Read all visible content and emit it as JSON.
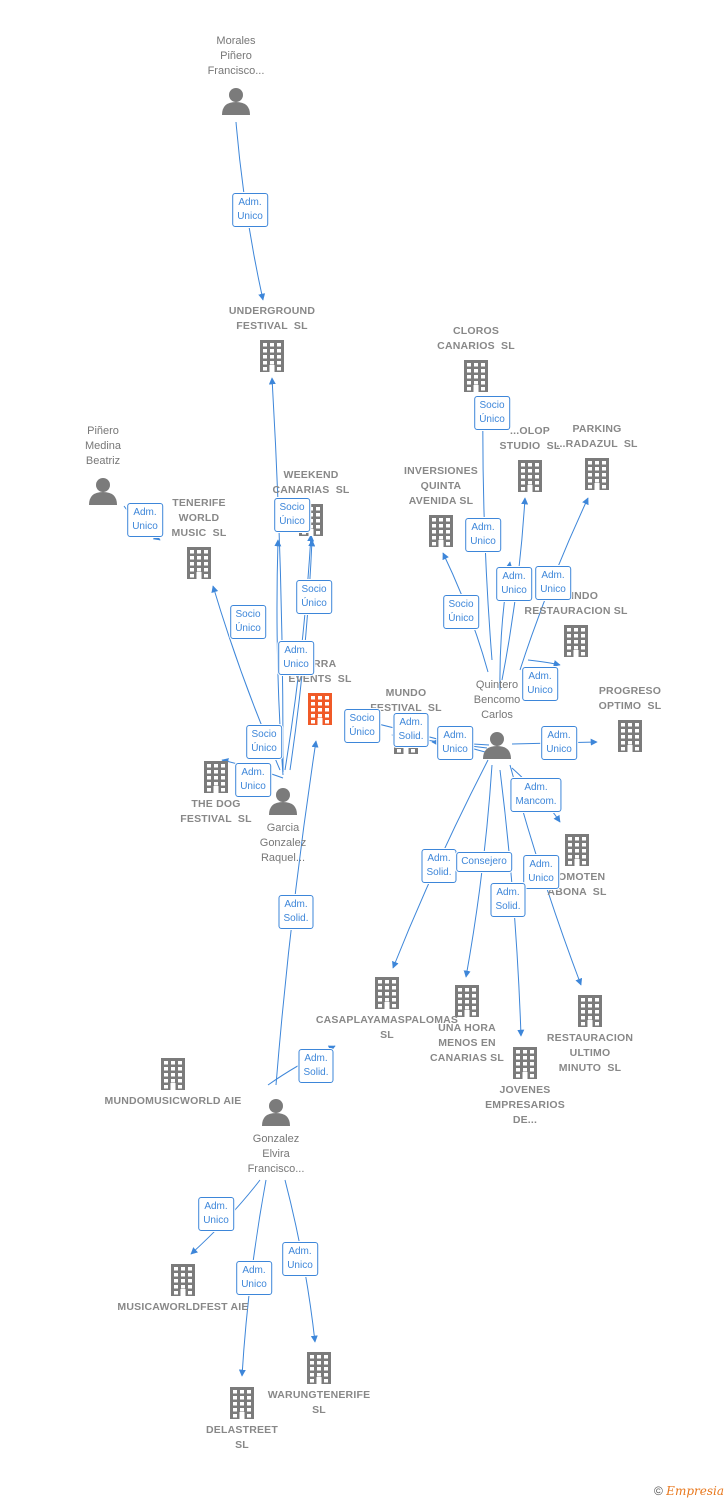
{
  "nodes": [
    {
      "id": "morales",
      "type": "person",
      "label": "Morales\nPiñero\nFrancisco..."
    },
    {
      "id": "underground",
      "type": "company",
      "label": "UNDERGROUND\nFESTIVAL  SL"
    },
    {
      "id": "pinero",
      "type": "person",
      "label": "Piñero\nMedina\nBeatriz"
    },
    {
      "id": "tenerife_world",
      "type": "company",
      "label": "TENERIFE\nWORLD\nMUSIC  SL"
    },
    {
      "id": "weekend",
      "type": "company",
      "label": "WEEKEND\nCANARIAS  SL"
    },
    {
      "id": "terra",
      "type": "company",
      "label": "...RRA\nEVENTS  SL",
      "main": true
    },
    {
      "id": "thedog",
      "type": "company",
      "label": "THE DOG\nFESTIVAL  SL"
    },
    {
      "id": "garcia",
      "type": "person",
      "label": "Garcia\nGonzalez\nRaquel..."
    },
    {
      "id": "mundo_festival",
      "type": "company",
      "label": "MUNDO\nFESTIVAL  SL"
    },
    {
      "id": "cloros",
      "type": "company",
      "label": "CLOROS\nCANARIOS  SL"
    },
    {
      "id": "inversiones",
      "type": "company",
      "label": "INVERSIONES\nQUINTA\nAVENIDA SL"
    },
    {
      "id": "tolop",
      "type": "company",
      "label": "...OLOP\nSTUDIO  SL"
    },
    {
      "id": "parking",
      "type": "company",
      "label": "PARKING\n...RADAZUL  SL"
    },
    {
      "id": "brindo",
      "type": "company",
      "label": "...RINDO\nRESTAURACION SL"
    },
    {
      "id": "quintero",
      "type": "person",
      "label": "Quintero\nBencomo\nCarlos"
    },
    {
      "id": "progreso",
      "type": "company",
      "label": "PROGRESO\nOPTIMO  SL"
    },
    {
      "id": "promoten",
      "type": "company",
      "label": "...OMOTEN\nABONA  SL"
    },
    {
      "id": "casaplaya",
      "type": "company",
      "label": "CASAPLAYAMASPALOMAS\nSL"
    },
    {
      "id": "unahora",
      "type": "company",
      "label": "UNA HORA\nMENOS EN\nCANARIAS SL"
    },
    {
      "id": "jovenes",
      "type": "company",
      "label": "JOVENES\nEMPRESARIOS\nDE..."
    },
    {
      "id": "restauracion",
      "type": "company",
      "label": "RESTAURACION\nULTIMO\nMINUTO  SL"
    },
    {
      "id": "mundomusic",
      "type": "company",
      "label": "MUNDOMUSICWORLD AIE"
    },
    {
      "id": "gonzalez",
      "type": "person",
      "label": "Gonzalez\nElvira\nFrancisco..."
    },
    {
      "id": "musicaworld",
      "type": "company",
      "label": "MUSICAWORLDFEST AIE"
    },
    {
      "id": "warung",
      "type": "company",
      "label": "WARUNGTENERIFE\nSL"
    },
    {
      "id": "delastreet",
      "type": "company",
      "label": "DELASTREET\nSL"
    }
  ],
  "edges": [
    {
      "from": "morales",
      "to": "underground",
      "label": "Adm.\nUnico"
    },
    {
      "from": "garcia",
      "to": "underground",
      "label": "Socio\nÚnico"
    },
    {
      "from": "pinero",
      "to": "tenerife_world",
      "label": "Adm.\nUnico"
    },
    {
      "from": "garcia",
      "to": "weekend",
      "label": "Socio\nÚnico"
    },
    {
      "from": "garcia",
      "to": "tenerife_world",
      "label": "Socio\nÚnico"
    },
    {
      "from": "garcia",
      "to": "terra",
      "label": "Adm.\nUnico"
    },
    {
      "from": "garcia",
      "to": "thedog",
      "label": "Socio\nÚnico"
    },
    {
      "from": "garcia",
      "to": "thedog",
      "label": "Adm.\nUnico"
    },
    {
      "from": "gonzalez",
      "to": "terra",
      "label": "Adm.\nSolid."
    },
    {
      "from": "quintero",
      "to": "mundo_festival",
      "label": "Socio\nÚnico"
    },
    {
      "from": "quintero",
      "to": "mundo_festival",
      "label": "Adm.\nSolid."
    },
    {
      "from": "quintero",
      "to": "mundo_festival",
      "label": "Adm.\nUnico"
    },
    {
      "from": "quintero",
      "to": "cloros",
      "label": "Socio\nÚnico"
    },
    {
      "from": "quintero",
      "to": "inversiones",
      "label": "Socio\nÚnico"
    },
    {
      "from": "quintero",
      "to": "inversiones",
      "label": "Adm.\nUnico"
    },
    {
      "from": "quintero",
      "to": "tolop",
      "label": "Adm.\nUnico"
    },
    {
      "from": "quintero",
      "to": "parking",
      "label": "Adm.\nUnico"
    },
    {
      "from": "quintero",
      "to": "brindo",
      "label": "Adm.\nUnico"
    },
    {
      "from": "quintero",
      "to": "progreso",
      "label": "Adm.\nUnico"
    },
    {
      "from": "quintero",
      "to": "promoten",
      "label": "Adm.\nMancom."
    },
    {
      "from": "quintero",
      "to": "casaplaya",
      "label": "Adm.\nSolid."
    },
    {
      "from": "quintero",
      "to": "unahora",
      "label": "Consejero"
    },
    {
      "from": "quintero",
      "to": "restauracion",
      "label": "Adm.\nUnico"
    },
    {
      "from": "quintero",
      "to": "jovenes",
      "label": "Adm.\nSolid."
    },
    {
      "from": "gonzalez",
      "to": "mundomusic",
      "label": "Adm.\nSolid."
    },
    {
      "from": "gonzalez",
      "to": "musicaworld",
      "label": "Adm.\nUnico"
    },
    {
      "from": "gonzalez",
      "to": "delastreet",
      "label": "Adm.\nUnico"
    },
    {
      "from": "gonzalez",
      "to": "warung",
      "label": "Adm.\nUnico"
    }
  ],
  "footer": {
    "copyright": "©",
    "brand_initial": "E",
    "brand_rest": "mpresia"
  },
  "colors": {
    "edge": "#3d86d9",
    "icon": "#7b7b7b",
    "main_icon": "#f05a28"
  }
}
